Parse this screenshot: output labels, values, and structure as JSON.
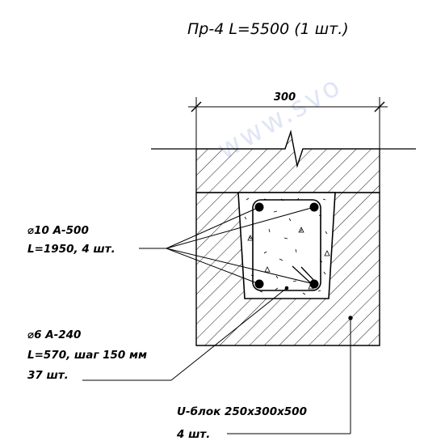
{
  "title": "Пр-4 L=5500 (1 шт.)",
  "dimension": "300",
  "watermark": "www.svo",
  "labels": {
    "rebar_main_line1": "⌀10 A-500",
    "rebar_main_line2": "L=1950, 4 шт.",
    "stirrup_line1": "⌀6 A-240",
    "stirrup_line2": "L=570, шаг 150 мм",
    "stirrup_line3": "37 шт.",
    "block_line1": "U-блок 250x300x500",
    "block_line2": "4 шт."
  }
}
